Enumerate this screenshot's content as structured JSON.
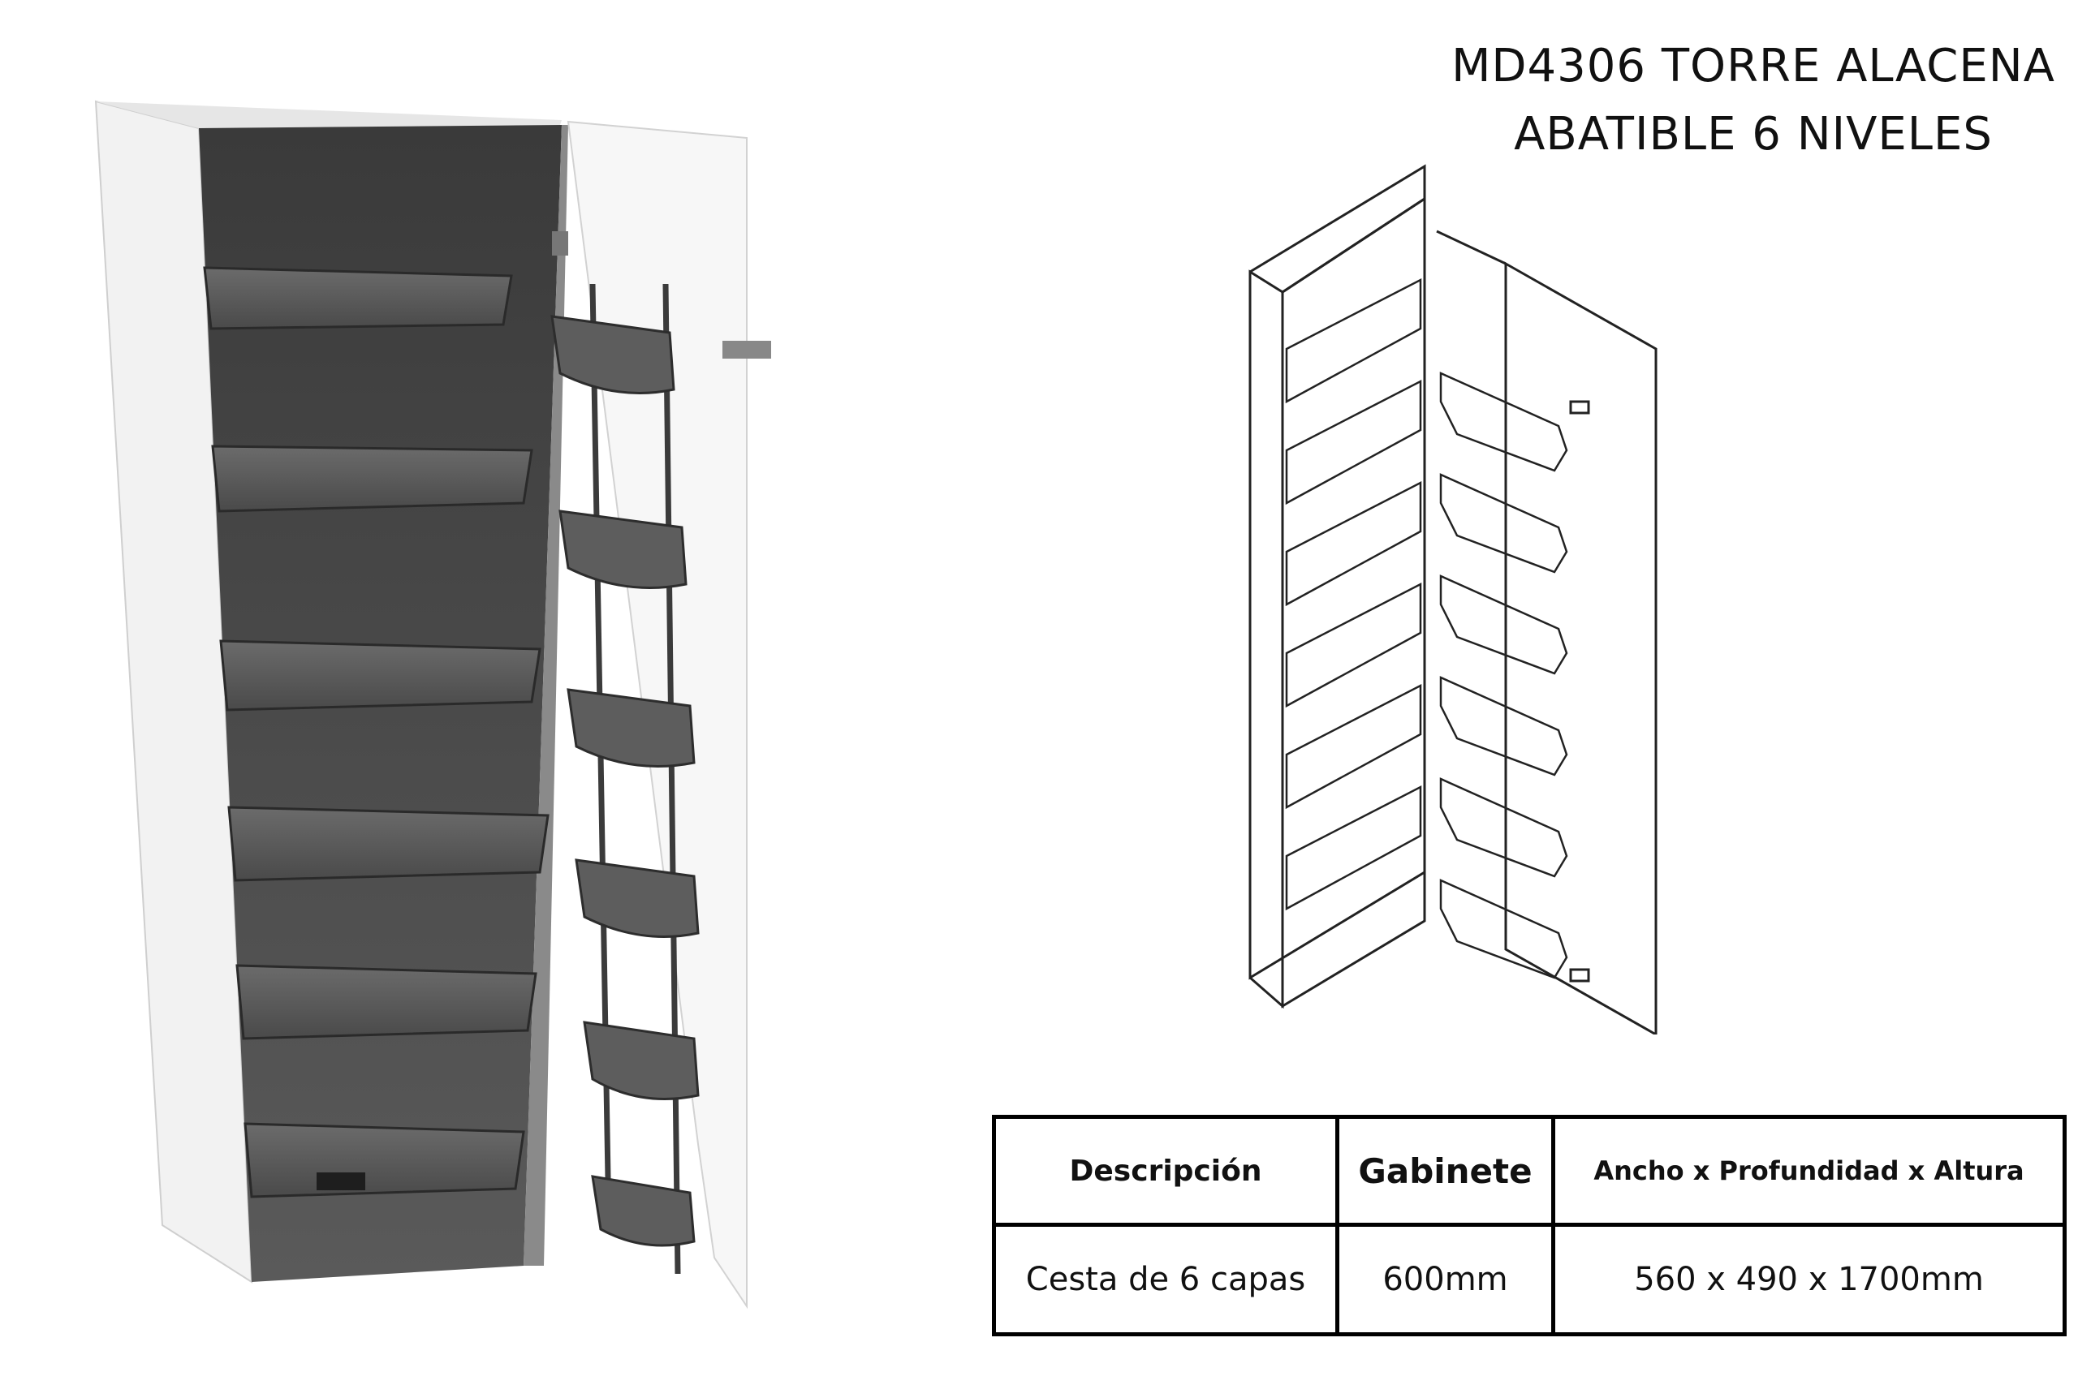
{
  "title": {
    "line1": "MD4306 TORRE ALACENA",
    "line2": "ABATIBLE 6 NIVELES"
  },
  "spec_table": {
    "headers": [
      "Descripción",
      "Gabinete",
      "Ancho x Profundidad x Altura"
    ],
    "rows": [
      [
        "Cesta de 6 capas",
        "600mm",
        "560 x 490 x 1700mm"
      ]
    ]
  },
  "images": {
    "render": "pantry-tower-3d-render",
    "drawing": "pantry-tower-line-drawing"
  }
}
